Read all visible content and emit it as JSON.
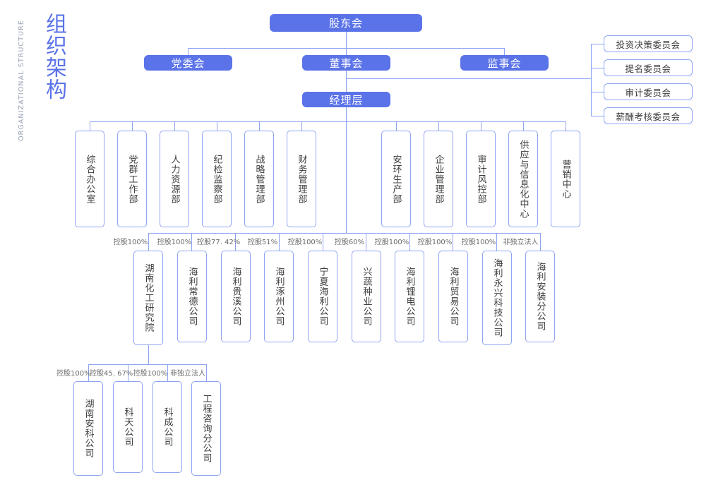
{
  "title": {
    "zh": "组织架构",
    "en": "ORGANIZATIONAL STRUCTURE"
  },
  "colors": {
    "accent": "#5b73e8",
    "line": "#8fa4f3",
    "box_text": "#3d3d3d",
    "label_text": "#6b6b6b",
    "background": "#ffffff"
  },
  "levels": {
    "shareholders": {
      "label": "股东会"
    },
    "second_row": [
      {
        "label": "党委会"
      },
      {
        "label": "董事会"
      },
      {
        "label": "监事会"
      }
    ],
    "committees": [
      {
        "label": "投资决策委员会"
      },
      {
        "label": "提名委员会"
      },
      {
        "label": "审计委员会"
      },
      {
        "label": "薪酬考核委员会"
      }
    ],
    "management": {
      "label": "经理层"
    },
    "departments": [
      {
        "label": "综合办公室"
      },
      {
        "label": "党群工作部"
      },
      {
        "label": "人力资源部"
      },
      {
        "label": "纪检监察部"
      },
      {
        "label": "战略管理部"
      },
      {
        "label": "财务管理部"
      },
      {
        "label": "安环生产部"
      },
      {
        "label": "企业管理部"
      },
      {
        "label": "审计风控部"
      },
      {
        "label": "供应与信息化中心"
      },
      {
        "label": "营销中心"
      }
    ],
    "subsidiaries": [
      {
        "label": "湖南化工研究院",
        "ownership": "控股100%"
      },
      {
        "label": "海利常德公司",
        "ownership": "控股100%"
      },
      {
        "label": "海利贵溪公司",
        "ownership": "控股77. 42%"
      },
      {
        "label": "海利涿州公司",
        "ownership": "控股51%"
      },
      {
        "label": "宁夏海利公司",
        "ownership": "控股100%"
      },
      {
        "label": "兴蔬种业公司",
        "ownership": "控股60%"
      },
      {
        "label": "海利锂电公司",
        "ownership": "控股100%"
      },
      {
        "label": "海利贸易公司",
        "ownership": "控股100%"
      },
      {
        "label": "海利永兴科技公司",
        "ownership": "控股100%"
      },
      {
        "label": "海利安装分公司",
        "ownership": "非独立法人"
      }
    ],
    "sub_subsidiaries": [
      {
        "label": "湖南安科公司",
        "ownership": "控股100%"
      },
      {
        "label": "科天公司",
        "ownership": "控股45. 67%"
      },
      {
        "label": "科成公司",
        "ownership": "控股100%"
      },
      {
        "label": "工程咨询分公司",
        "ownership": "非独立法人"
      }
    ]
  }
}
